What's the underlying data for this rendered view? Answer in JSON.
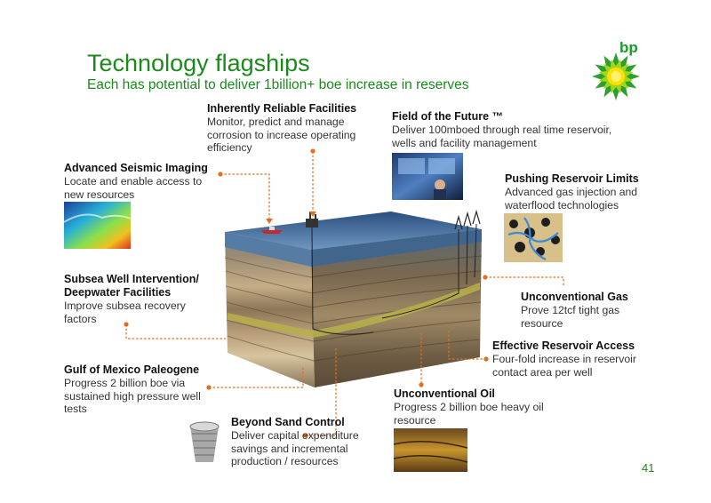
{
  "header": {
    "title": "Technology flagships",
    "subtitle": "Each has potential to deliver 1billion+ boe increase in reserves",
    "logo_text": "bp"
  },
  "colors": {
    "title_green": "#1a8a1a",
    "callout_orange": "#e07020"
  },
  "callouts": [
    {
      "id": "inherently-reliable-facilities",
      "heading": "Inherently Reliable Facilities",
      "text": "Monitor, predict and manage corrosion to increase operating efficiency"
    },
    {
      "id": "field-of-the-future",
      "heading": "Field of the Future ™",
      "text": "Deliver 100mboed through real time reservoir, wells and facility management"
    },
    {
      "id": "advanced-seismic-imaging",
      "heading": "Advanced Seismic Imaging",
      "text": "Locate and enable access to new resources"
    },
    {
      "id": "pushing-reservoir-limits",
      "heading": "Pushing Reservoir Limits",
      "text": "Advanced gas injection and waterflood technologies"
    },
    {
      "id": "subsea-well-intervention",
      "heading": "Subsea Well Intervention/ Deepwater Facilities",
      "text": "Improve subsea recovery factors"
    },
    {
      "id": "unconventional-gas",
      "heading": "Unconventional Gas",
      "text": "Prove 12tcf tight gas resource"
    },
    {
      "id": "effective-reservoir-access",
      "heading": "Effective Reservoir Access",
      "text": "Four-fold increase in reservoir contact area per well"
    },
    {
      "id": "gulf-of-mexico-paleogene",
      "heading": "Gulf of Mexico Paleogene",
      "text": "Progress 2 billion boe via sustained high pressure well tests"
    },
    {
      "id": "unconventional-oil",
      "heading": "Unconventional Oil",
      "text": "Progress 2 billion boe heavy oil resource"
    },
    {
      "id": "beyond-sand-control",
      "heading": "Beyond Sand Control",
      "text": "Deliver capital expenditure savings and incremental production / resources"
    }
  ],
  "page_number": "41"
}
